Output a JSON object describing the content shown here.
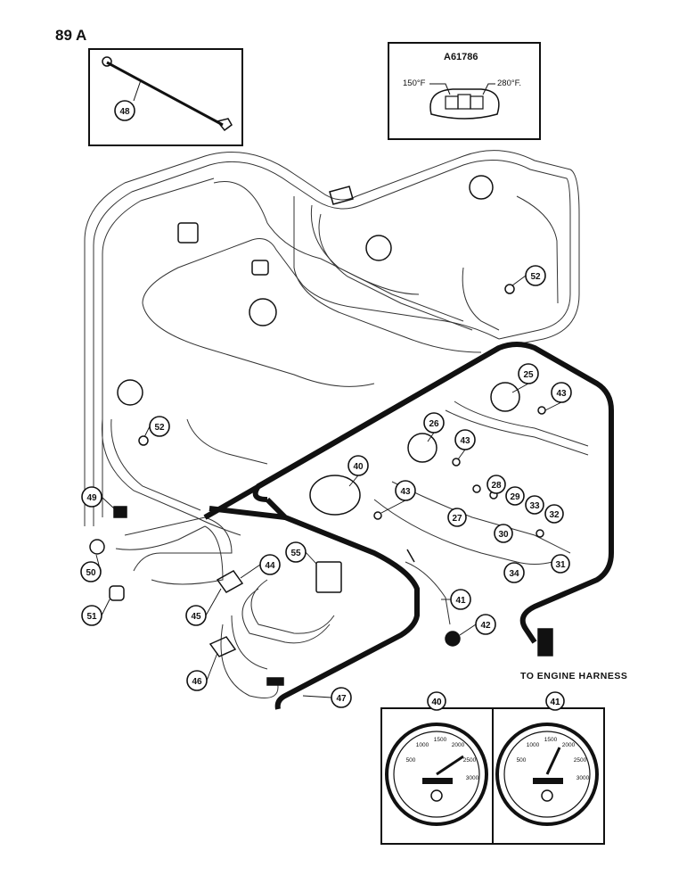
{
  "page_id": "89 A",
  "engine_harness_label": "TO ENGINE HARNESS",
  "temp_inset": {
    "code": "A61786",
    "low_temp": "150°F",
    "high_temp": "280°F."
  },
  "callouts": [
    {
      "id": "48",
      "label": "48"
    },
    {
      "id": "52a",
      "label": "52"
    },
    {
      "id": "25",
      "label": "25"
    },
    {
      "id": "43a",
      "label": "43"
    },
    {
      "id": "26",
      "label": "26"
    },
    {
      "id": "43b",
      "label": "43"
    },
    {
      "id": "52b",
      "label": "52"
    },
    {
      "id": "40",
      "label": "40"
    },
    {
      "id": "43c",
      "label": "43"
    },
    {
      "id": "28",
      "label": "28"
    },
    {
      "id": "29",
      "label": "29"
    },
    {
      "id": "33",
      "label": "33"
    },
    {
      "id": "32",
      "label": "32"
    },
    {
      "id": "27",
      "label": "27"
    },
    {
      "id": "30",
      "label": "30"
    },
    {
      "id": "31",
      "label": "31"
    },
    {
      "id": "49",
      "label": "49"
    },
    {
      "id": "50",
      "label": "50"
    },
    {
      "id": "51",
      "label": "51"
    },
    {
      "id": "55",
      "label": "55"
    },
    {
      "id": "44",
      "label": "44"
    },
    {
      "id": "45",
      "label": "45"
    },
    {
      "id": "34",
      "label": "34"
    },
    {
      "id": "41",
      "label": "41"
    },
    {
      "id": "42",
      "label": "42"
    },
    {
      "id": "46",
      "label": "46"
    },
    {
      "id": "47",
      "label": "47"
    },
    {
      "id": "40b",
      "label": "40"
    },
    {
      "id": "41b",
      "label": "41"
    }
  ],
  "gauge_40": {
    "scale": [
      "500",
      "1000",
      "1500",
      "2000",
      "2500",
      "3000"
    ]
  },
  "gauge_41": {
    "scale": [
      "500",
      "1000",
      "1500",
      "2000",
      "2500",
      "3000"
    ]
  }
}
